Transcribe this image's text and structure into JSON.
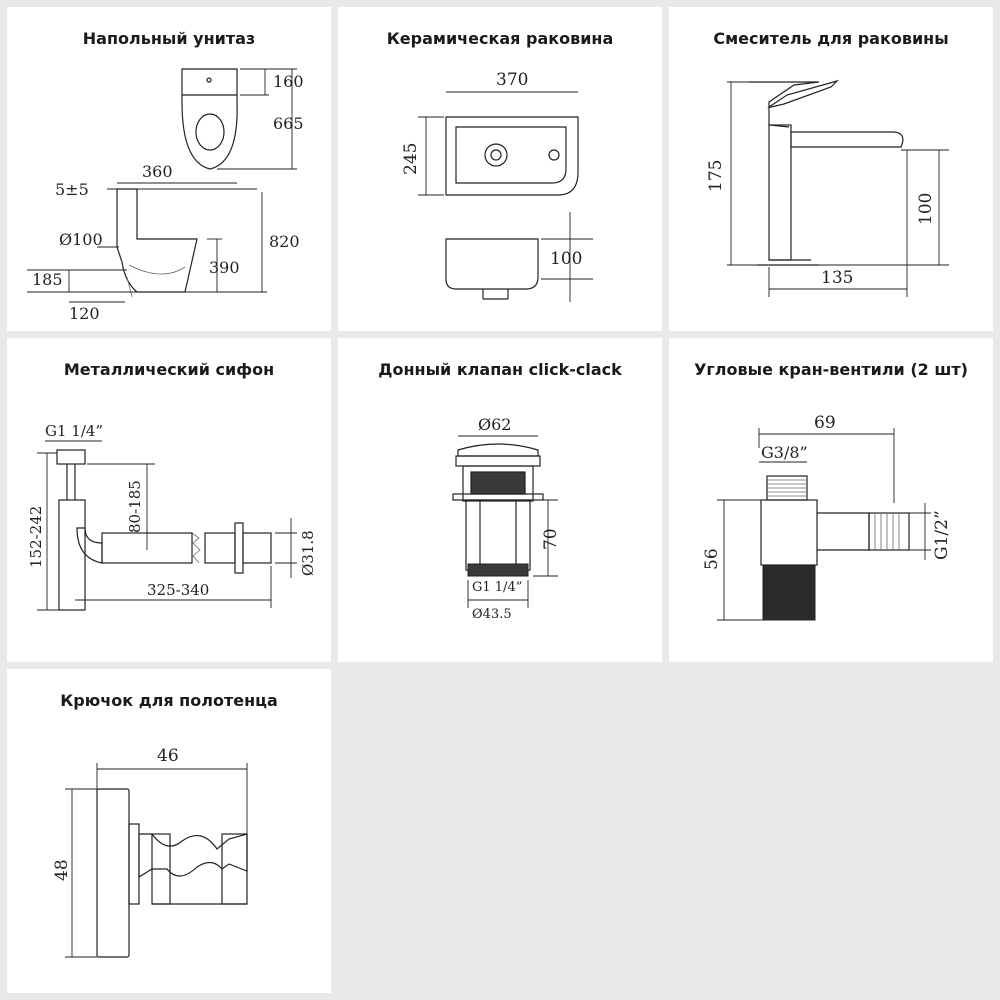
{
  "panels": [
    {
      "title": "Напольный унитаз",
      "dims": {
        "top_depth": "160",
        "top_height": "665",
        "width": "360",
        "gap": "5±5",
        "outlet": "Ø100",
        "height": "820",
        "seat_height": "390",
        "outlet_height": "185",
        "outlet_offset": "120"
      }
    },
    {
      "title": "Керамическая раковина",
      "dims": {
        "width": "370",
        "depth": "245",
        "height": "100"
      }
    },
    {
      "title": "Смеситель для раковины",
      "dims": {
        "height": "175",
        "spout_height": "100",
        "reach": "135"
      }
    },
    {
      "title": "Металлический сифон",
      "dims": {
        "thread": "G1 1/4”",
        "height_range": "152-242",
        "drop_range": "80-185",
        "length_range": "325-340",
        "outlet": "Ø31.8"
      }
    },
    {
      "title": "Донный клапан click-clack",
      "dims": {
        "cap": "Ø62",
        "height": "70",
        "thread": "G1 1/4”",
        "body": "Ø43.5"
      }
    },
    {
      "title": "Угловые кран-вентили (2 шт)",
      "dims": {
        "length": "69",
        "inlet": "G3/8”",
        "height": "56",
        "outlet": "G1/2”"
      }
    },
    {
      "title": "Крючок для полотенца",
      "dims": {
        "width": "46",
        "height": "48"
      }
    }
  ]
}
